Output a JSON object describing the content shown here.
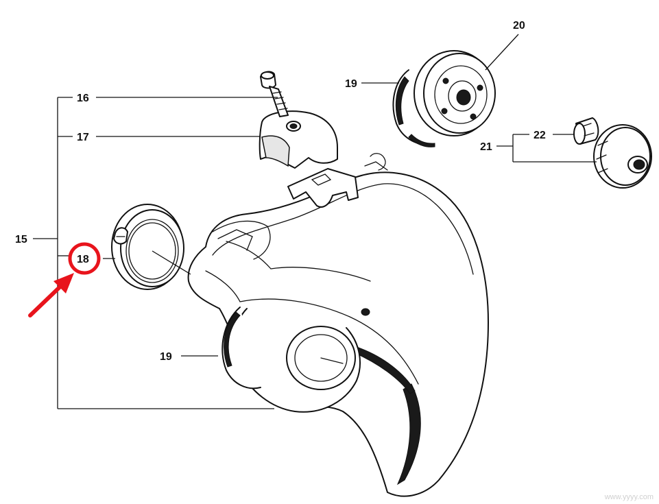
{
  "callouts": {
    "c15": "15",
    "c16": "16",
    "c17": "17",
    "c18": "18",
    "c19a": "19",
    "c19b": "19",
    "c20": "20",
    "c21": "21",
    "c22": "22"
  },
  "highlight": {
    "target": "18",
    "ring_color": "#e8141c",
    "arrow_color": "#e8141c"
  },
  "watermark": "www.yyyy.com"
}
